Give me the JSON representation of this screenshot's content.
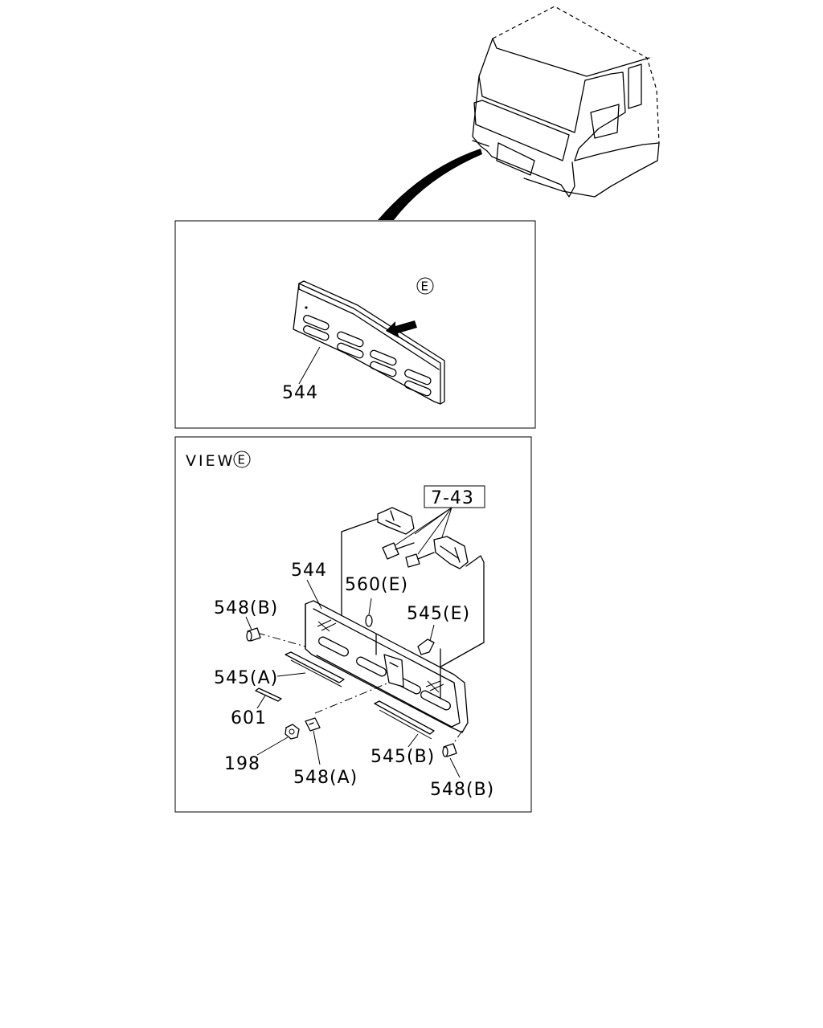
{
  "diagram": {
    "detail_label": "544",
    "detail_view_marker": "E",
    "view_title": "VIEW",
    "view_marker": "E",
    "ref_box": "7-43",
    "callouts": {
      "grille": "544",
      "clip_560e": "560(E)",
      "bolt_548b_left": "548(B)",
      "clip_545e": "545(E)",
      "strip_545a": "545(A)",
      "emblem_601": "601",
      "nut_198": "198",
      "bolt_548a": "548(A)",
      "strip_545b": "545(B)",
      "bolt_548b_right": "548(B)"
    }
  }
}
